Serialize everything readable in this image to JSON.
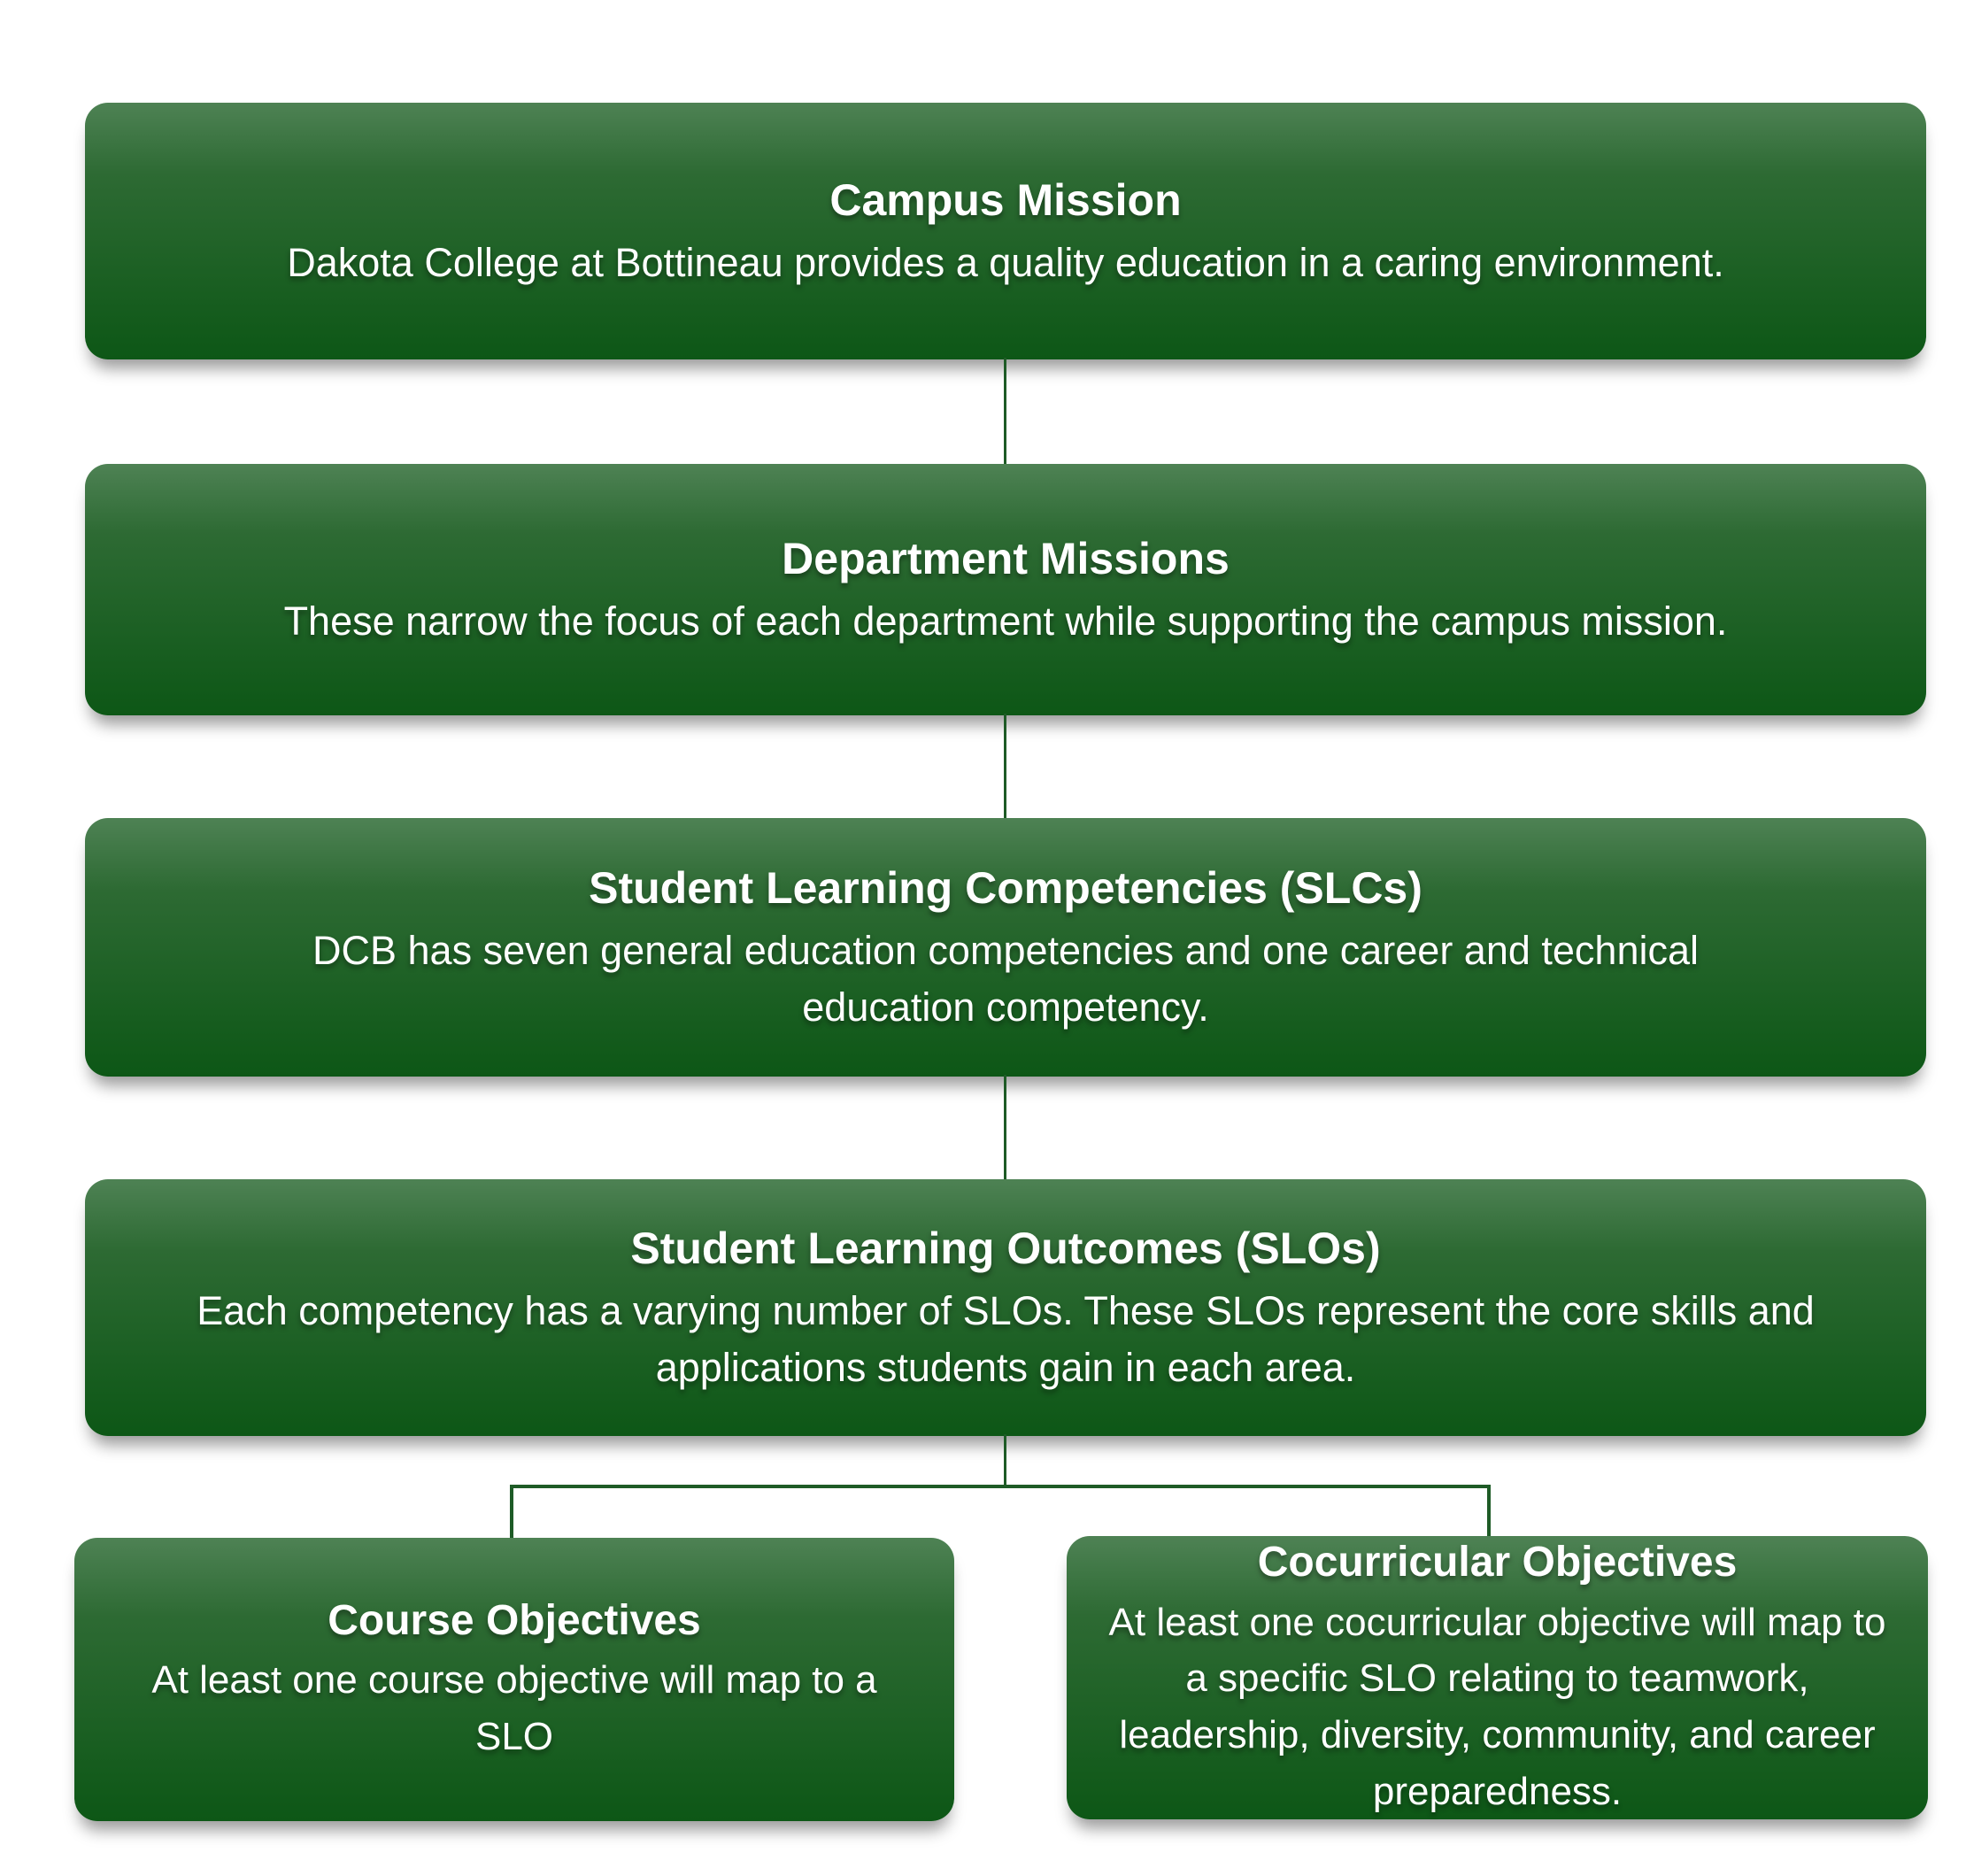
{
  "diagram": {
    "colors": {
      "box-grad-top": "#4e8254",
      "box-grad-mid": "#2d6a33",
      "box-grad-bottom": "#0d5716",
      "connector": "#1e5b26",
      "text": "#ffffff",
      "background": "#ffffff"
    },
    "nodes": {
      "campus_mission": {
        "title": "Campus Mission",
        "body": "Dakota College at Bottineau provides a quality education in a caring environment."
      },
      "department_missions": {
        "title": "Department Missions",
        "body": "These narrow the focus of each department while supporting the campus mission."
      },
      "student_learning_competencies": {
        "title": "Student Learning Competencies (SLCs)",
        "body": "DCB has seven general education competencies and one career and technical education competency."
      },
      "student_learning_outcomes": {
        "title": "Student Learning Outcomes (SLOs)",
        "body": "Each competency has a varying number of SLOs. These SLOs represent the core skills and applications students gain in each area."
      },
      "course_objectives": {
        "title": "Course Objectives",
        "body": "At least one course objective will map to a SLO"
      },
      "cocurricular_objectives": {
        "title": "Cocurricular Objectives",
        "body": "At least one cocurricular objective will map to a specific SLO relating to teamwork, leadership, diversity, community, and career preparedness."
      }
    }
  }
}
